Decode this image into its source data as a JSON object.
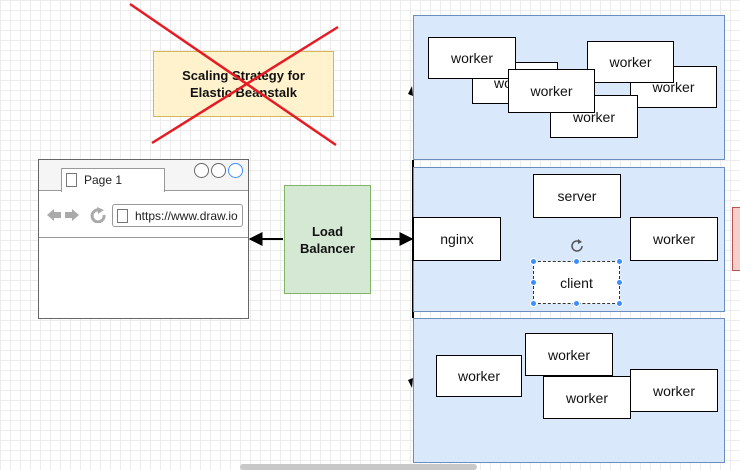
{
  "diagram": {
    "title_line1": "Scaling Strategy for",
    "title_line2": "Elastic Beanstalk",
    "browser": {
      "tab_label": "Page 1",
      "url": "https://www.draw.io"
    },
    "load_balancer_line1": "Load",
    "load_balancer_line2": "Balancer",
    "top_group": {
      "worker_label": "worker",
      "workers": [
        "worker",
        "worker",
        "worker",
        "worker",
        "worker",
        "worker"
      ]
    },
    "middle_group": {
      "nginx": "nginx",
      "server": "server",
      "client": "client",
      "worker": "worker"
    },
    "bottom_group": {
      "workers": [
        "worker",
        "worker",
        "worker",
        "worker"
      ]
    },
    "colors": {
      "title_fill": "#fff2cc",
      "load_balancer_fill": "#d5e8d4",
      "region_fill": "#dae8fc",
      "cross_out": "#e51c23",
      "selection": "#3d8eff"
    }
  }
}
